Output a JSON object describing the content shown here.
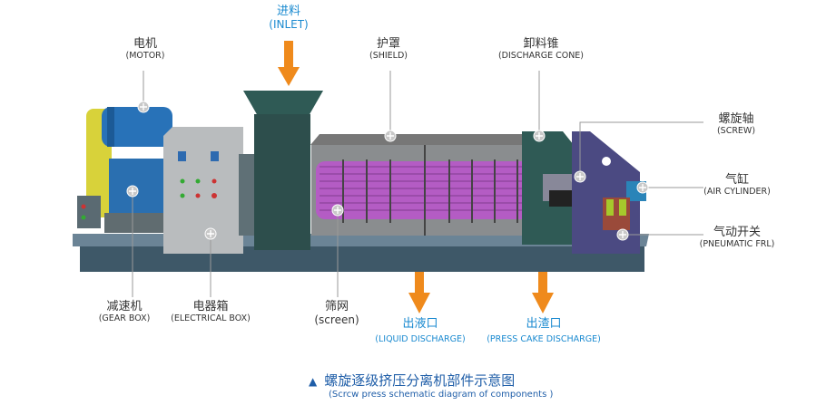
{
  "labels": {
    "inlet": {
      "zh": "进料",
      "en": "(INLET)"
    },
    "motor": {
      "zh": "电机",
      "en": "(MOTOR)"
    },
    "shield": {
      "zh": "护罩",
      "en": "(SHIELD)"
    },
    "discharge_cone": {
      "zh": "卸料锥",
      "en": "(DISCHARGE  CONE)"
    },
    "screw": {
      "zh": "螺旋轴",
      "en": "(SCREW)"
    },
    "air_cylinder": {
      "zh": "气缸",
      "en": "(AIR CYLINDER)"
    },
    "pneumatic_frl": {
      "zh": "气动开关",
      "en": "(PNEUMATIC FRL)"
    },
    "gear_box": {
      "zh": "减速机",
      "en": "(GEAR BOX)"
    },
    "electrical_box": {
      "zh": "电器箱",
      "en": "(ELECTRICAL BOX)"
    },
    "screen": {
      "zh": "筛网",
      "en": "(screen)"
    },
    "liquid_discharge": {
      "zh": "出液口",
      "en": "(LIQUID DISCHARGE)"
    },
    "press_cake_discharge": {
      "zh": "出渣口",
      "en": "(PRESS CAKE DISCHARGE)"
    }
  },
  "caption": {
    "marker": "▲",
    "zh": "螺旋逐级挤压分离机部件示意图",
    "en": "(Scrcw press schematic diagram of components )"
  },
  "colors": {
    "accent_blue": "#1a8ad0",
    "arrow_orange": "#ef8a1c",
    "title_blue": "#1f5ea8"
  }
}
